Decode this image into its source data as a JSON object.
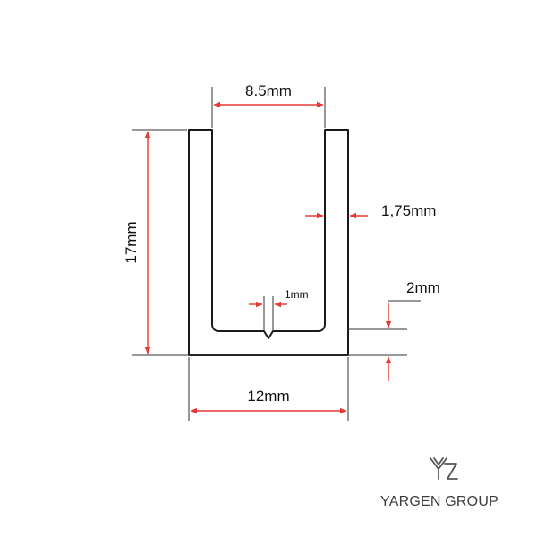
{
  "dimensions": {
    "inner_width": "8.5mm",
    "height": "17mm",
    "wall_thickness": "1,75mm",
    "groove_width": "1mm",
    "base_thickness": "2mm",
    "outer_width": "12mm"
  },
  "brand": {
    "name": "YARGEN GROUP",
    "logo_icon": "yargen-logo-icon"
  },
  "colors": {
    "dimension_line": "#e53935",
    "profile_stroke": "#1a1a1a",
    "extension_line": "#333333",
    "logo": "#555555"
  }
}
